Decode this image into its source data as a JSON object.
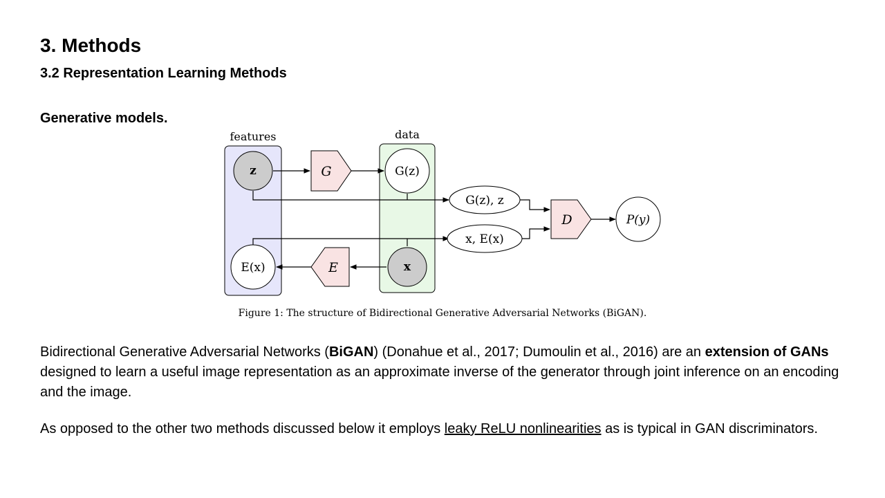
{
  "header": {
    "title": "3. Methods",
    "subtitle": "3.2 Representation Learning Methods"
  },
  "section_heading": "Generative models.",
  "figure": {
    "labels": {
      "features": "features",
      "data": "data"
    },
    "nodes": {
      "z": "z",
      "G": "G",
      "Gz": "G(z)",
      "Gz_z": "G(z), z",
      "x_Ex": "x, E(x)",
      "D": "D",
      "Py": "P(y)",
      "Ex": "E(x)",
      "E": "E",
      "x": "x"
    },
    "caption": "Figure 1: The structure of Bidirectional Generative Adversarial Networks (BiGAN).",
    "colors": {
      "features_box": "#e6e6fb",
      "data_box": "#e8f8e6",
      "pentagon_fill": "#f9e3e3",
      "sample_fill": "#cccccc"
    }
  },
  "paragraph1": {
    "part1": "Bidirectional Generative Adversarial Networks (",
    "bold1": "BiGAN",
    "part2": ") (Donahue et al., 2017; Dumoulin et al., 2016) are an ",
    "bold2": "extension of GANs",
    "part3": " designed to learn a useful image representation as an approximate inverse of the generator through joint inference on an encoding and the image."
  },
  "paragraph2": {
    "part1": "As opposed to the other two methods discussed below it employs ",
    "underlined": "leaky ReLU nonlinearities",
    "part2": " as is typical in GAN discriminators."
  }
}
